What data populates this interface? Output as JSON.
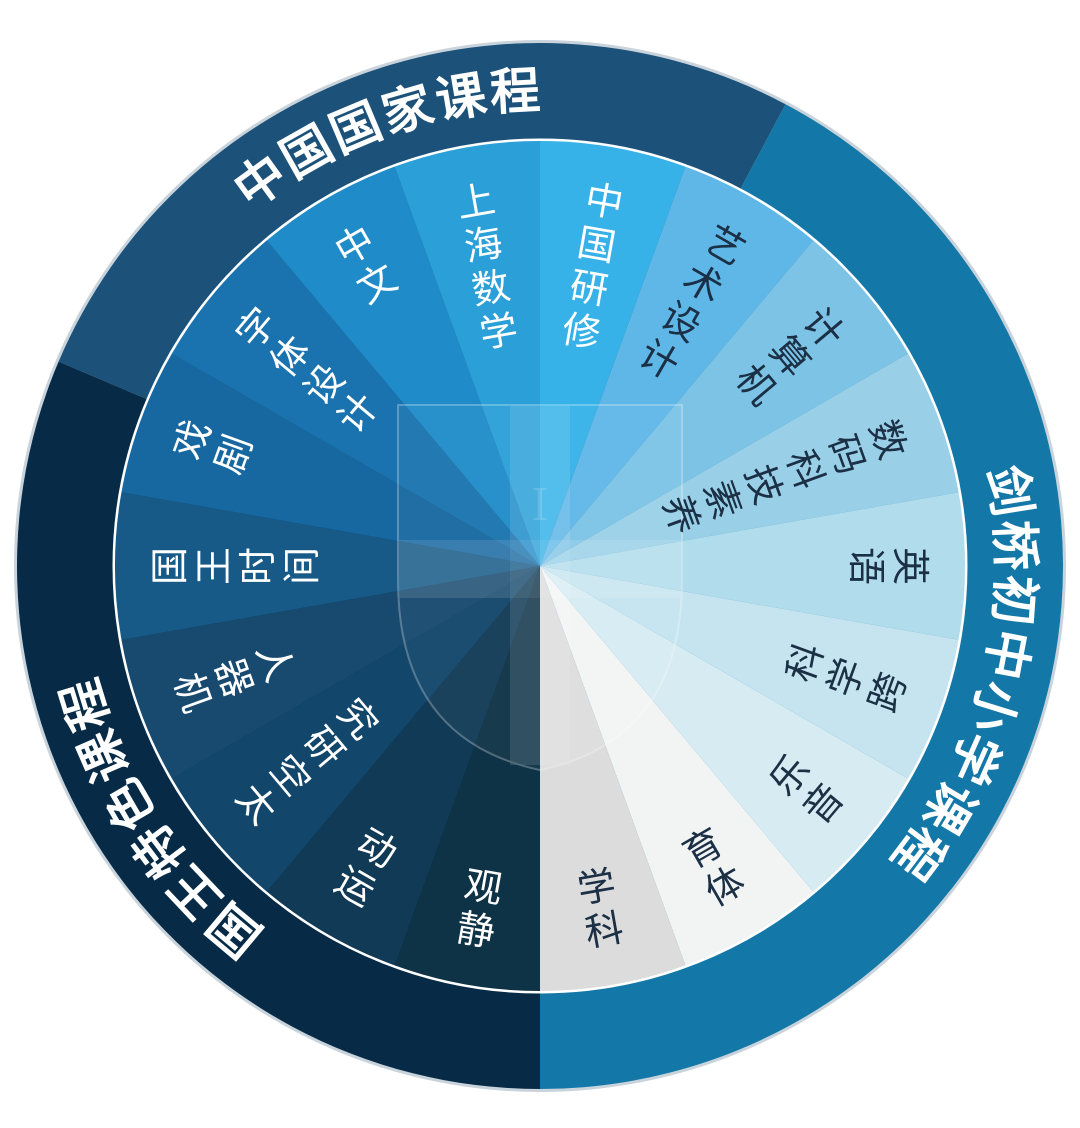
{
  "ring": [
    {
      "label": "中国国家课程",
      "color": "#1c527a",
      "start": 293,
      "end": 28
    },
    {
      "label": "剑桥初中小学课程",
      "color": "#1378a8",
      "start": 28,
      "end": 180
    },
    {
      "label": "国王特色课程",
      "color": "#072b47",
      "start": 180,
      "end": 293
    }
  ],
  "segments": [
    {
      "label": "中国研修",
      "color": "#36b2e8",
      "text_color": "#ffffff"
    },
    {
      "label": "艺术设计",
      "color": "#5fb7e8",
      "text_color": "#1b2f45"
    },
    {
      "label": "计算机",
      "color": "#7dc3e6",
      "text_color": "#1b2f45"
    },
    {
      "label": "数码科技素养",
      "color": "#99d0e8",
      "text_color": "#1b2f45"
    },
    {
      "label": "英语",
      "color": "#b1dcec",
      "text_color": "#1b2f45"
    },
    {
      "label": "跨学科",
      "color": "#c5e4ef",
      "text_color": "#1b2f45"
    },
    {
      "label": "音乐",
      "color": "#d6ebf2",
      "text_color": "#1b2f45"
    },
    {
      "label": "体育",
      "color": "#f2f4f4",
      "text_color": "#1b2f45"
    },
    {
      "label": "科学",
      "color": "#dcdcdc",
      "text_color": "#1b2f45"
    },
    {
      "label": "静观",
      "color": "#0e3246",
      "text_color": "#ffffff"
    },
    {
      "label": "运动",
      "color": "#103a55",
      "text_color": "#ffffff"
    },
    {
      "label": "太空研究",
      "color": "#12466a",
      "text_color": "#ffffff"
    },
    {
      "label": "机器人",
      "color": "#174a6e",
      "text_color": "#ffffff"
    },
    {
      "label": "国王时间",
      "color": "#175a88",
      "text_color": "#ffffff"
    },
    {
      "label": "戏剧",
      "color": "#1768a0",
      "text_color": "#ffffff"
    },
    {
      "label": "字体设计",
      "color": "#1a73ae",
      "text_color": "#ffffff"
    },
    {
      "label": "中文",
      "color": "#1f8cc9",
      "text_color": "#ffffff"
    },
    {
      "label": "上海数学",
      "color": "#2a9fd8",
      "text_color": "#ffffff"
    }
  ],
  "emblem_letter": "I"
}
